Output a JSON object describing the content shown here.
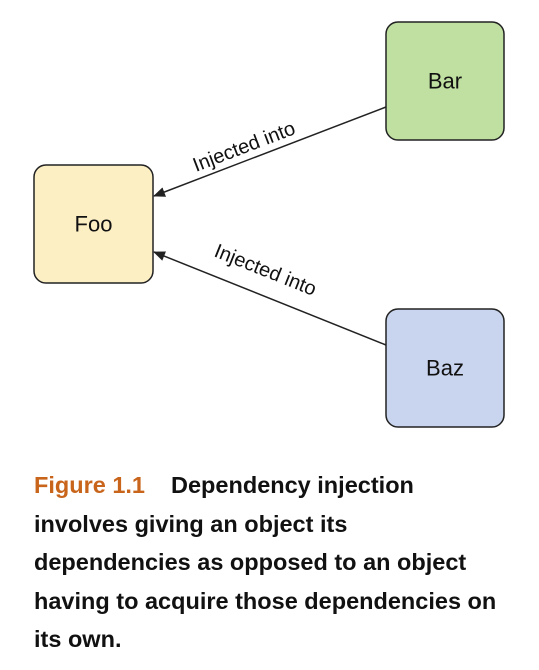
{
  "diagram": {
    "nodes": {
      "foo": {
        "label": "Foo",
        "fill": "#fdefc4"
      },
      "bar": {
        "label": "Bar",
        "fill": "#bfe0a1"
      },
      "baz": {
        "label": "Baz",
        "fill": "#c9d5ee"
      }
    },
    "edges": {
      "bar_to_foo": {
        "label": "Injected into"
      },
      "baz_to_foo": {
        "label": "Injected into"
      }
    },
    "stroke_color": "#222222"
  },
  "caption": {
    "figure_label": "Figure 1.1",
    "text": "Dependency injection involves giving an object its dependencies as opposed to an object having to acquire those dependencies on its own.",
    "label_color": "#c8651b"
  }
}
